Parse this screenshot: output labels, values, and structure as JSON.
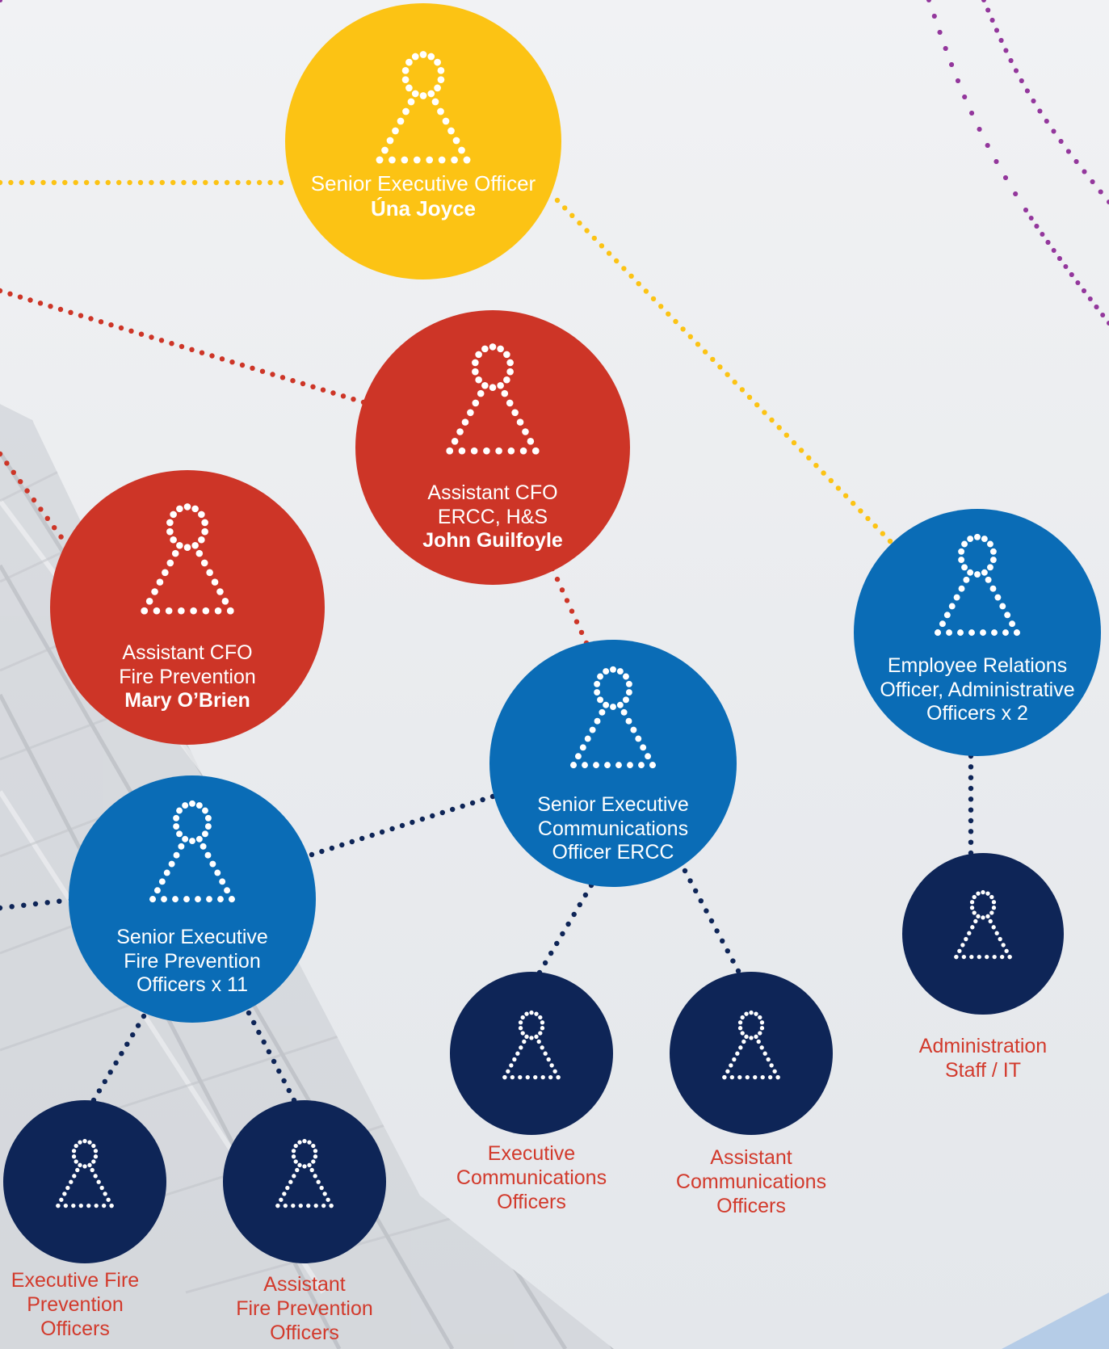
{
  "colors": {
    "yellow": "#fcc314",
    "red": "#cd3527",
    "blue": "#0a6cb6",
    "navy": "#0e2557",
    "purple": "#93379c",
    "label_red": "#d23a2c"
  },
  "nodes": {
    "seo": {
      "role": "Senior Executive Officer",
      "name": "Úna Joyce",
      "color": "yellow",
      "icon": "person-outline-icon"
    },
    "acfo_ercc": {
      "role": [
        "Assistant CFO",
        "ERCC, H&S"
      ],
      "name": "John Guilfoyle",
      "color": "red",
      "icon": "person-outline-icon"
    },
    "acfo_fp": {
      "role": [
        "Assistant CFO",
        "Fire Prevention"
      ],
      "name": "Mary O’Brien",
      "color": "red",
      "icon": "person-outline-icon"
    },
    "ero": {
      "role": [
        "Employee Relations",
        "Officer, Administrative",
        "Officers x 2"
      ],
      "color": "blue",
      "icon": "person-outline-icon"
    },
    "seco": {
      "role": [
        "Senior  Executive",
        "Communications",
        "Officer ERCC"
      ],
      "color": "blue",
      "icon": "person-outline-icon"
    },
    "sefpo": {
      "role": [
        "Senior Executive",
        "Fire Prevention",
        "Officers x 11"
      ],
      "color": "blue",
      "icon": "person-outline-icon"
    },
    "admin": {
      "label": [
        "Administration",
        "Staff / IT"
      ],
      "color": "navy",
      "icon": "person-outline-icon"
    },
    "eco": {
      "label": [
        "Executive",
        "Communications",
        "Officers"
      ],
      "color": "navy",
      "icon": "person-outline-icon"
    },
    "aco": {
      "label": [
        "Assistant",
        "Communications",
        "Officers"
      ],
      "color": "navy",
      "icon": "person-outline-icon"
    },
    "efpo": {
      "label": [
        "Executive Fire",
        "Prevention",
        "Officers"
      ],
      "color": "navy",
      "icon": "person-outline-icon"
    },
    "afpo": {
      "label": [
        "Assistant",
        "Fire Prevention",
        "Officers"
      ],
      "color": "navy",
      "icon": "person-outline-icon"
    }
  }
}
